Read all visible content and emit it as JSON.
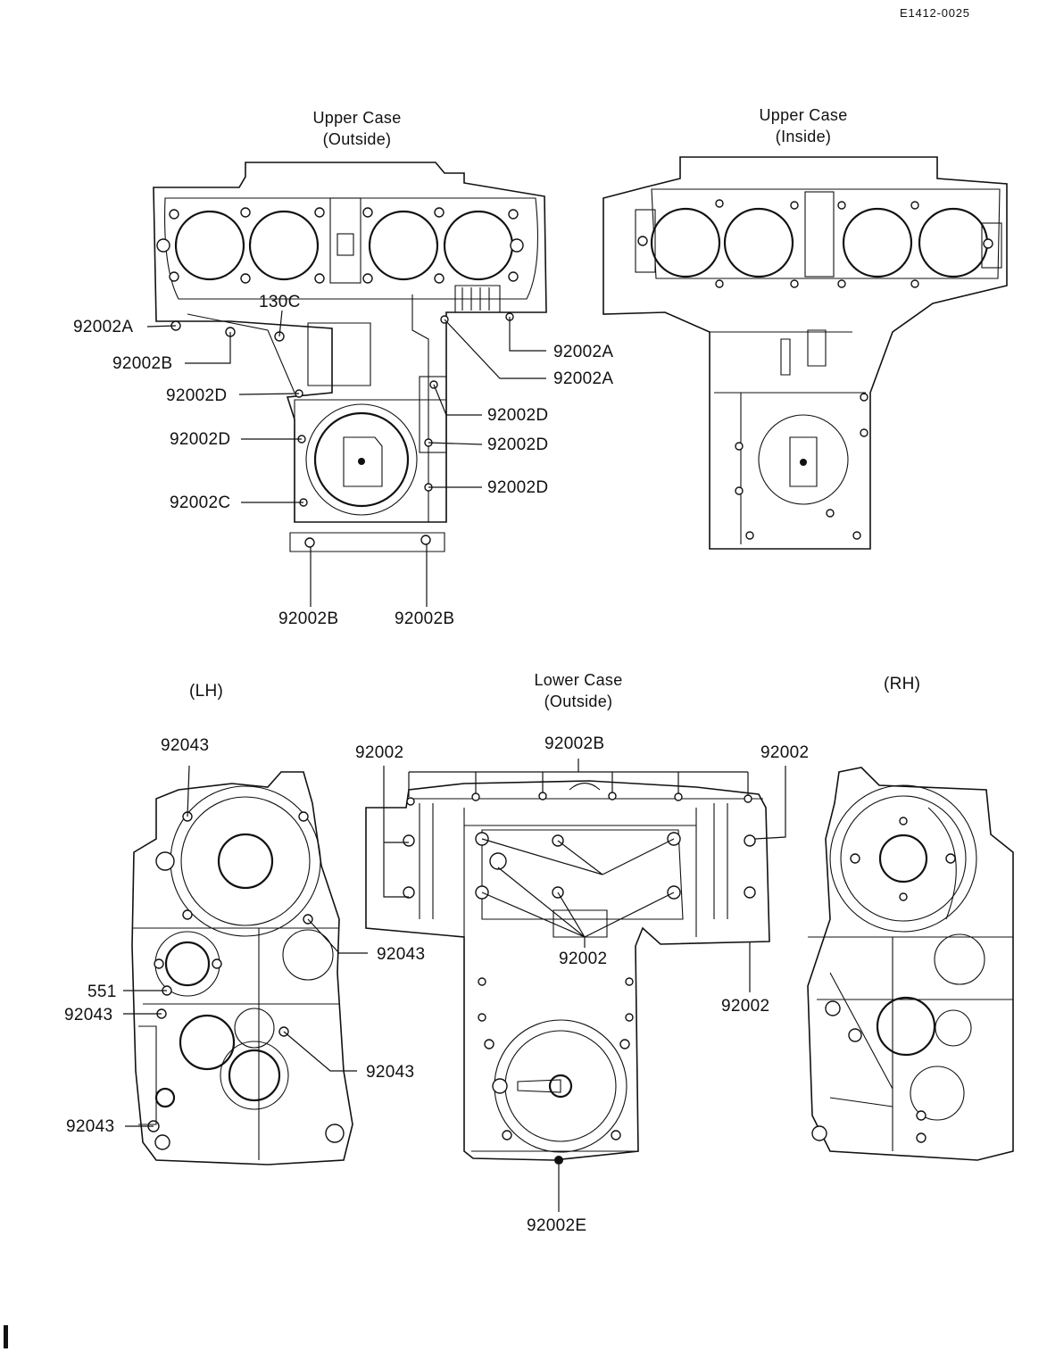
{
  "drawing_code": "E1412-0025",
  "upper_case_outside": {
    "title": "Upper Case",
    "subtitle": "(Outside)"
  },
  "upper_case_inside": {
    "title": "Upper Case",
    "subtitle": "(Inside)"
  },
  "lower_case_outside": {
    "title": "Lower Case",
    "subtitle": "(Outside)"
  },
  "lh_label": "(LH)",
  "rh_label": "(RH)",
  "callouts": {
    "uo_92002A_left": "92002A",
    "uo_130C": "130C",
    "uo_92002B_left": "92002B",
    "uo_92002A_right1": "92002A",
    "uo_92002A_right2": "92002A",
    "uo_92002D_1": "92002D",
    "uo_92002D_2": "92002D",
    "uo_92002D_3": "92002D",
    "uo_92002D_4": "92002D",
    "uo_92002D_5": "92002D",
    "uo_92002C": "92002C",
    "uo_92002B_bl": "92002B",
    "uo_92002B_br": "92002B",
    "lh_92043_top": "92043",
    "lh_551": "551",
    "lh_92043_mid": "92043",
    "lh_92043_low": "92043",
    "lh_92043_right1": "92043",
    "lh_92043_right2": "92043",
    "lo_92002_left": "92002",
    "lo_92002B": "92002B",
    "lo_92002_right": "92002",
    "lo_92002_center": "92002",
    "lo_92002_lowright": "92002",
    "lo_92002E": "92002E"
  },
  "edge_mark": "|"
}
